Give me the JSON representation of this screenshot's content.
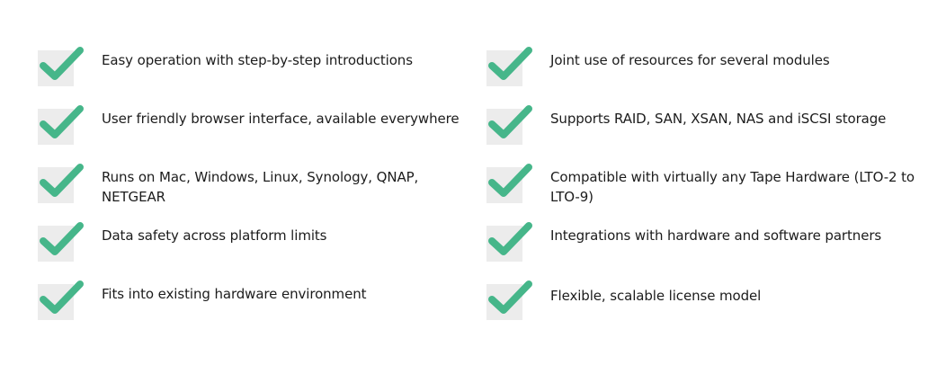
{
  "colors": {
    "check": "#46b68a",
    "check_box": "#ececec",
    "text": "#1c1c1c"
  },
  "icon": "checkmark-icon",
  "left_features": [
    "Easy operation with step-by-step introductions",
    "User friendly browser interface, available everywhere",
    "Runs on Mac, Windows, Linux, Synology, QNAP, NETGEAR",
    "Data safety across platform limits",
    "Fits into existing hardware environment"
  ],
  "right_features": [
    "Joint use of resources for several modules",
    "Supports RAID, SAN, XSAN, NAS and iSCSI storage",
    "Compatible with virtually any Tape Hardware (LTO-2 to LTO-9)",
    "Integrations with hardware and software partners",
    "Flexible, scalable license model"
  ]
}
